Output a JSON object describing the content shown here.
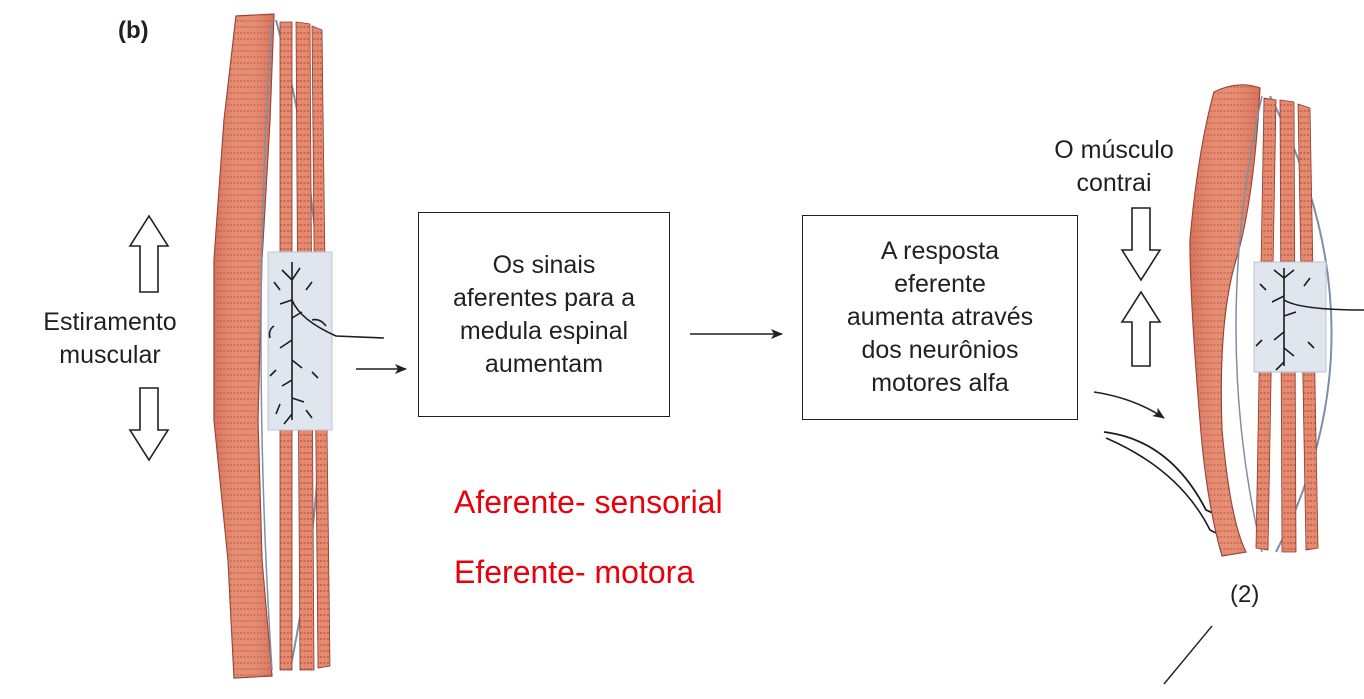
{
  "panel_label": "(b)",
  "left_label": [
    "Estiramento",
    "muscular"
  ],
  "box1_lines": [
    "Os sinais",
    "aferentes para a",
    "medula espinal",
    "aumentam"
  ],
  "box2_lines": [
    "A resposta",
    "eferente",
    "aumenta através",
    "dos neurônios",
    "motores alfa"
  ],
  "right_label": [
    "O músculo",
    "contrai"
  ],
  "notes": [
    "Aferente- sensorial",
    "Eferente- motora"
  ],
  "step_label": "(2)",
  "colors": {
    "muscle": "#e58a6f",
    "muscle_stripe": "#a9473a",
    "spindle": "#dfe6ee",
    "nerve": "#1f1a1f",
    "note_red": "#e8000b"
  }
}
